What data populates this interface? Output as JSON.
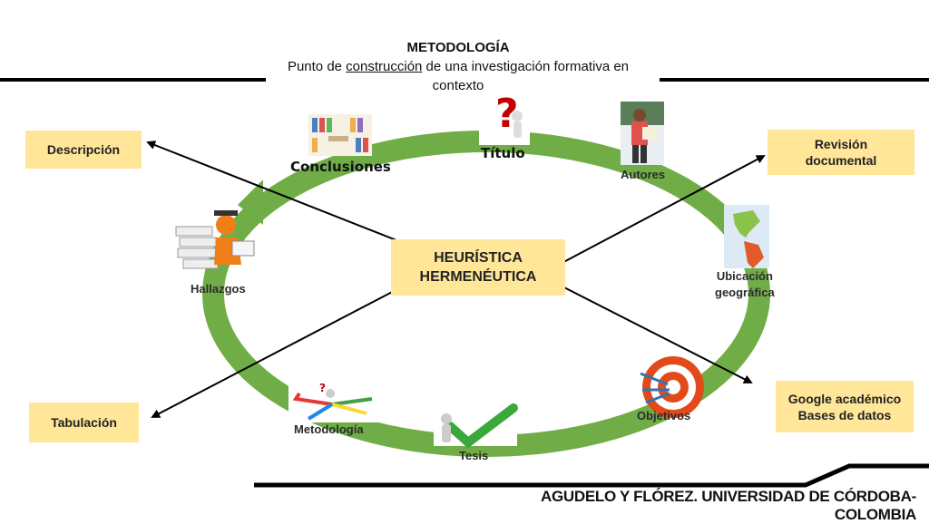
{
  "header": {
    "title": "METODOLOGÍA",
    "subtitle_pre": "Punto de ",
    "subtitle_underlined": "construcción",
    "subtitle_post": " de una investigación formativa en",
    "subtitle_line2": "contexto"
  },
  "center_box": {
    "line1": "HEURÍSTICA",
    "line2": "HERMENÉUTICA"
  },
  "side_boxes": {
    "descripcion": "Descripción",
    "revision_line1": "Revisión",
    "revision_line2": "documental",
    "tabulacion": "Tabulación",
    "google_line1": "Google académico",
    "google_line2": "Bases de datos"
  },
  "cycle_labels": {
    "titulo": "Título",
    "autores": "Autores",
    "ubicacion_line1": "Ubicación",
    "ubicacion_line2": "geográfica",
    "objetivos": "Objetivos",
    "tesis": "Tesis",
    "metodologia": "Metodología",
    "hallazgos": "Hallazgos",
    "conclusiones": "Conclusiones"
  },
  "icons": {
    "titulo": "question-mark-figure-icon",
    "autores": "presenter-person-icon",
    "ubicacion": "americas-map-icon",
    "objetivos": "target-darts-icon",
    "tesis": "checkmark-figure-icon",
    "metodologia": "crossroads-arrows-icon",
    "hallazgos": "graduate-reading-books-icon",
    "conclusiones": "bookshelf-icon"
  },
  "footer": {
    "text": "AGUDELO Y FLÓREZ. UNIVERSIDAD DE CÓRDOBA-COLOMBIA"
  },
  "colors": {
    "ring": "#70ad47",
    "box": "#ffe699",
    "line": "#000000"
  }
}
